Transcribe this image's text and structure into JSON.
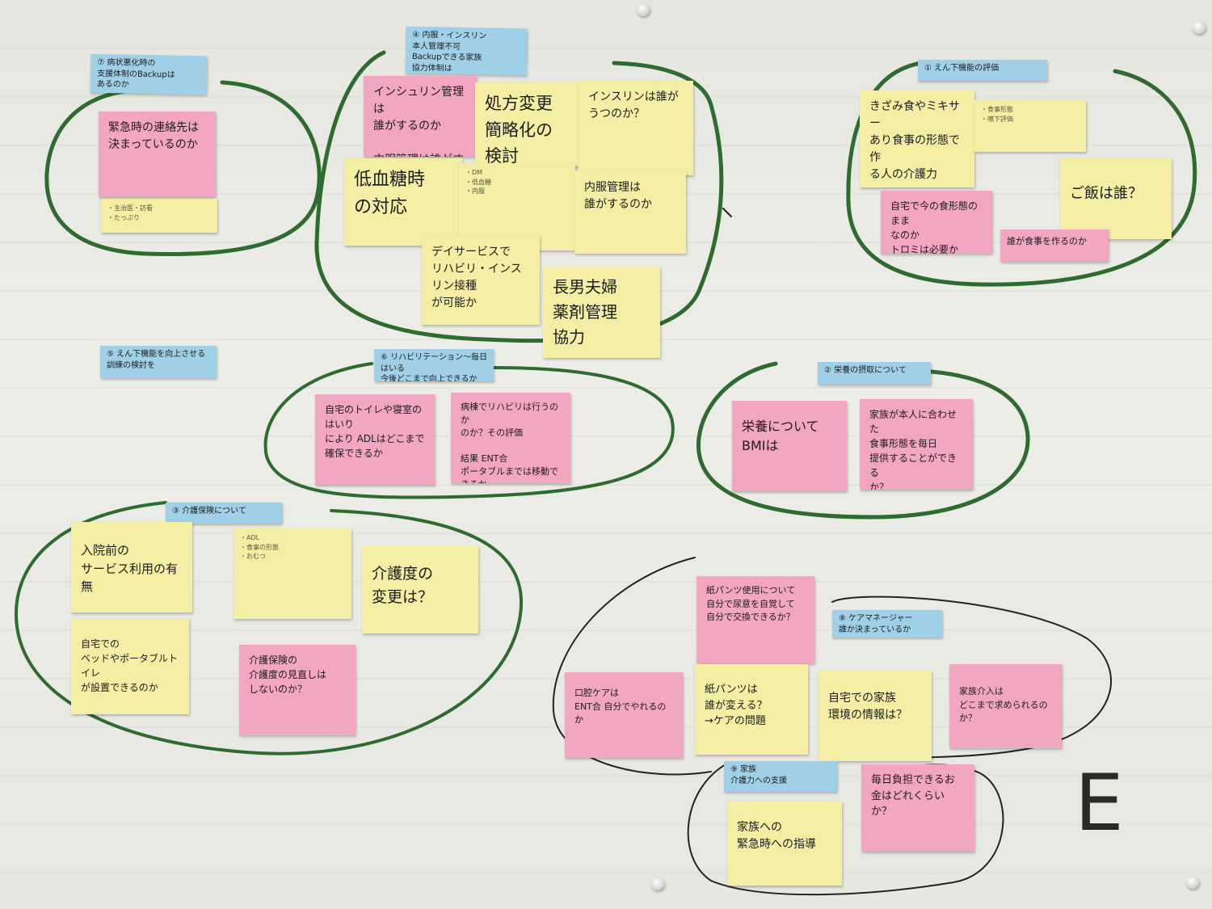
{
  "board": {
    "group_letter": "E",
    "colors": {
      "board": "#ececE6",
      "pink": "#f2a6c2",
      "yellow": "#f3eea3",
      "blue": "#9fd0e8",
      "green_marker": "#2e6b2e",
      "black_marker": "#222222"
    },
    "notes": [
      {
        "id": "n1",
        "text": "⑦ 病状悪化時の\n支援体制のBackupは\nあるのか"
      },
      {
        "id": "n2",
        "text": "緊急時の連絡先は\n決まっているのか"
      },
      {
        "id": "n3",
        "text": "・主治医・訪看\n・たっぷり"
      },
      {
        "id": "n4",
        "text": "④ 内服・インスリン\n本人管理不可\nBackupできる家族\n協力体制は"
      },
      {
        "id": "n5",
        "text": "インシュリン管理は\n誰がするのか\n\n内服管理は誰がするのか"
      },
      {
        "id": "n6",
        "text": "処方変更\n簡略化の\n検討"
      },
      {
        "id": "n7",
        "text": "インスリンは誰が\nうつのか？"
      },
      {
        "id": "n8",
        "text": "低血糖時\nの対応"
      },
      {
        "id": "n9",
        "text": "・DM\n・低血糖\n・内服"
      },
      {
        "id": "n10",
        "text": "内服管理は\n誰がするのか"
      },
      {
        "id": "n11",
        "text": "デイサービスで\nリハビリ・インスリン接種\nが可能か"
      },
      {
        "id": "n12",
        "text": "長男夫婦\n薬剤管理\n協力"
      },
      {
        "id": "n13",
        "text": "① えん下機能の評価"
      },
      {
        "id": "n14",
        "text": "きざみ食やミキサー\nあり食事の形態で作\nる人の介護力"
      },
      {
        "id": "n15",
        "text": "・食事形態\n・嚥下評価"
      },
      {
        "id": "n16",
        "text": "ご飯は誰？"
      },
      {
        "id": "n17",
        "text": "自宅で今の食形態のまま\nなのか\nトロミは必要か"
      },
      {
        "id": "n18",
        "text": "誰が食事を作るのか"
      },
      {
        "id": "n19",
        "text": "⑤ えん下機能を向上させる\n訓練の検討を"
      },
      {
        "id": "n20",
        "text": "⑥ リハビリテーション～毎日はいる\n今後どこまで向上できるか"
      },
      {
        "id": "n21",
        "text": "自宅のトイレや寝室のはいり\nにより ADLはどこまで\n確保できるか"
      },
      {
        "id": "n22",
        "text": "病棟でリハビリは行うのか\nのか？その評価\n\n結果 ENT合\nポータブルまでは移動できるか"
      },
      {
        "id": "n23",
        "text": "② 栄養の摂取について"
      },
      {
        "id": "n24",
        "text": "栄養について\nBMIは"
      },
      {
        "id": "n25",
        "text": "家族が本人に合わせた\n食事形態を毎日\n提供することができる\nか？"
      },
      {
        "id": "n26",
        "text": "③ 介護保険について"
      },
      {
        "id": "n27",
        "text": "入院前の\nサービス利用の有無"
      },
      {
        "id": "n28",
        "text": "・ADL\n・食事の形態\n・おむつ"
      },
      {
        "id": "n29",
        "text": "介護度の\n変更は？"
      },
      {
        "id": "n30",
        "text": "自宅での\nベッドやポータブルトイレ\nが設置できるのか"
      },
      {
        "id": "n31",
        "text": "介護保険の\n介護度の見直しは\nしないのか？"
      },
      {
        "id": "n32",
        "text": "紙パンツ使用について\n自分で尿意を自覚して\n自分で交換できるか？"
      },
      {
        "id": "n33",
        "text": "⑧ ケアマネージャー\n誰か決まっているか"
      },
      {
        "id": "n34",
        "text": "口腔ケアは\nENT合 自分でやれるのか"
      },
      {
        "id": "n35",
        "text": "紙パンツは\n誰が変える？\n→ケアの問題"
      },
      {
        "id": "n36",
        "text": "自宅での家族\n環境の情報は？"
      },
      {
        "id": "n37",
        "text": "家族介入は\nどこまで求められるのか？"
      },
      {
        "id": "n38",
        "text": "⑨ 家族\n介護力への支援"
      },
      {
        "id": "n39",
        "text": "毎日負担できるお\n金はどれくらいか？"
      },
      {
        "id": "n40",
        "text": "家族への\n緊急時への指導"
      }
    ]
  }
}
